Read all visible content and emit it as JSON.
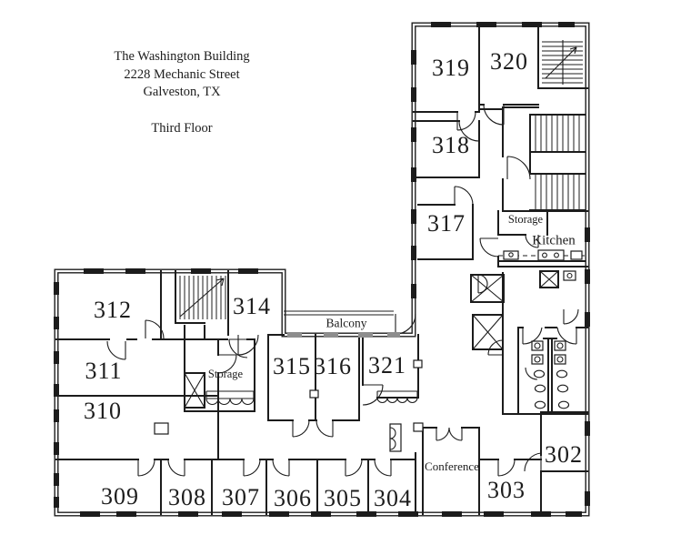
{
  "title_block": {
    "building_name": "The Washington Building",
    "address_line1": "2228 Mechanic Street",
    "address_line2": "Galveston, TX",
    "floor_label": "Third Floor"
  },
  "rooms": {
    "r302": "302",
    "r303": "303",
    "r304": "304",
    "r305": "305",
    "r306": "306",
    "r307": "307",
    "r308": "308",
    "r309": "309",
    "r310": "310",
    "r311": "311",
    "r312": "312",
    "r314": "314",
    "r315": "315",
    "r316": "316",
    "r317": "317",
    "r318": "318",
    "r319": "319",
    "r320": "320",
    "r321": "321"
  },
  "areas": {
    "balcony": "Balcony",
    "kitchen": "Kitchen",
    "storage_upper": "Storage",
    "storage_lower": "Storage",
    "conference": "Conference"
  },
  "colors": {
    "ink": "#1c1c1c",
    "paper": "#ffffff"
  }
}
